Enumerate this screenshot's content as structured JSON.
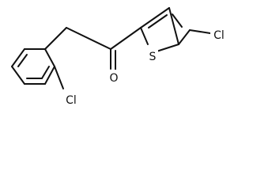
{
  "molecule": {
    "atoms": {
      "o": "O",
      "s": "S",
      "cl_thiophene": "Cl",
      "cl_benzene": "Cl"
    }
  },
  "colors": {
    "ink": "#111111",
    "background": "#ffffff"
  }
}
